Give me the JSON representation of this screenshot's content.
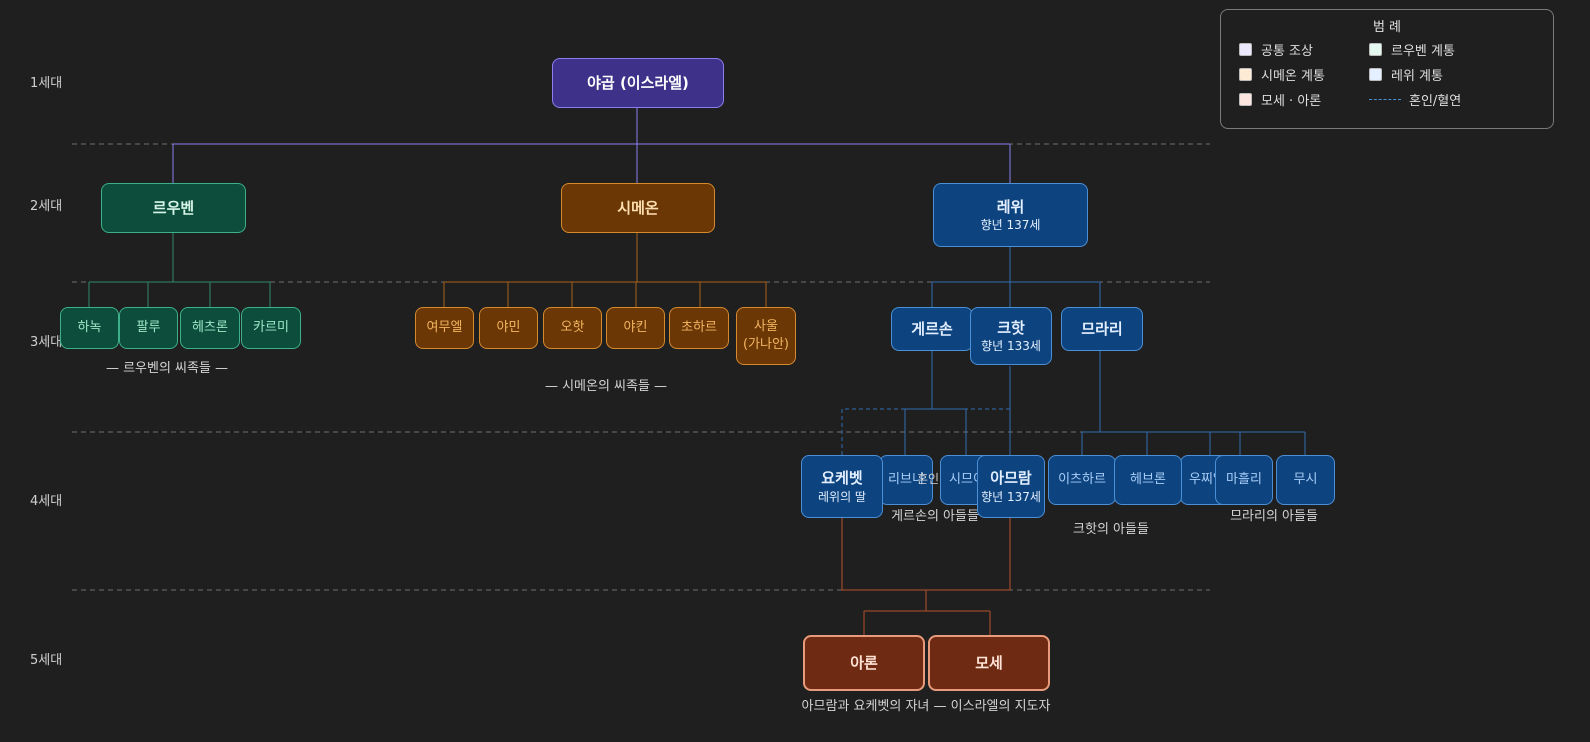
{
  "generations": [
    "1세대",
    "2세대",
    "3세대",
    "4세대",
    "5세대"
  ],
  "nodes": {
    "jacob": {
      "name": "야곱 (이스라엘)"
    },
    "reuben": {
      "name": "르우벤"
    },
    "simeon": {
      "name": "시메온"
    },
    "levi": {
      "name": "레위",
      "sub": "향년 137세"
    },
    "hanoch": {
      "name": "하녹"
    },
    "pallu": {
      "name": "팔루"
    },
    "hezron": {
      "name": "헤츠론"
    },
    "carmi": {
      "name": "카르미"
    },
    "jemuel": {
      "name": "여무엘"
    },
    "jamin": {
      "name": "야민"
    },
    "ohad": {
      "name": "오핫"
    },
    "jachin": {
      "name": "야킨"
    },
    "zohar": {
      "name": "초하르"
    },
    "shaul": {
      "name": "사울",
      "sub": "(가나안)"
    },
    "gershon": {
      "name": "게르손"
    },
    "kohath": {
      "name": "크핫",
      "sub": "향년 133세"
    },
    "merari": {
      "name": "므라리"
    },
    "jochebed": {
      "name": "요케벳",
      "sub": "레위의 딸"
    },
    "libni": {
      "name": "리브니"
    },
    "shimei": {
      "name": "시므이"
    },
    "amram": {
      "name": "아므람",
      "sub": "향년 137세"
    },
    "izhar": {
      "name": "이츠하르"
    },
    "hebron": {
      "name": "헤브론"
    },
    "uzziel": {
      "name": "우찌엘"
    },
    "mahli": {
      "name": "마흘리"
    },
    "mushi": {
      "name": "무시"
    },
    "aaron": {
      "name": "아론"
    },
    "moses": {
      "name": "모세"
    }
  },
  "captions": {
    "reuben_clans": "— 르우벤의 씨족들 —",
    "simeon_clans": "— 시메온의 씨족들 —",
    "marriage": "혼인",
    "gershon_sons": "게르손의 아들들",
    "kohath_sons": "크핫의 아들들",
    "merari_sons": "므라리의 아들들",
    "gen5_note": "아므람과 요케벳의 자녀 — 이스라엘의 지도자"
  },
  "legend": {
    "title": "범 례",
    "items": {
      "common": "공통 조상",
      "reuben": "르우벤 계통",
      "simeon": "시메온 계통",
      "levi": "레위 계통",
      "moses": "모세 · 아론",
      "marriage": "혼인/혈연"
    }
  },
  "colors": {
    "common": "#3d3189",
    "reuben": "#0c4d3b",
    "simeon": "#6a3705",
    "levi": "#0d447f",
    "moses": "#6e2a12",
    "common_line": "#8b7ff0",
    "reuben_line": "#2f8a6a",
    "simeon_line": "#a8601a",
    "levi_line": "#2f6db0",
    "moses_line": "#b5502a",
    "swatch_common": "#ece9ff",
    "swatch_reuben": "#e3f8ef",
    "swatch_simeon": "#fdebd6",
    "swatch_levi": "#e4f0ff",
    "swatch_moses": "#fde6df",
    "divider": "#6f6f6f"
  }
}
